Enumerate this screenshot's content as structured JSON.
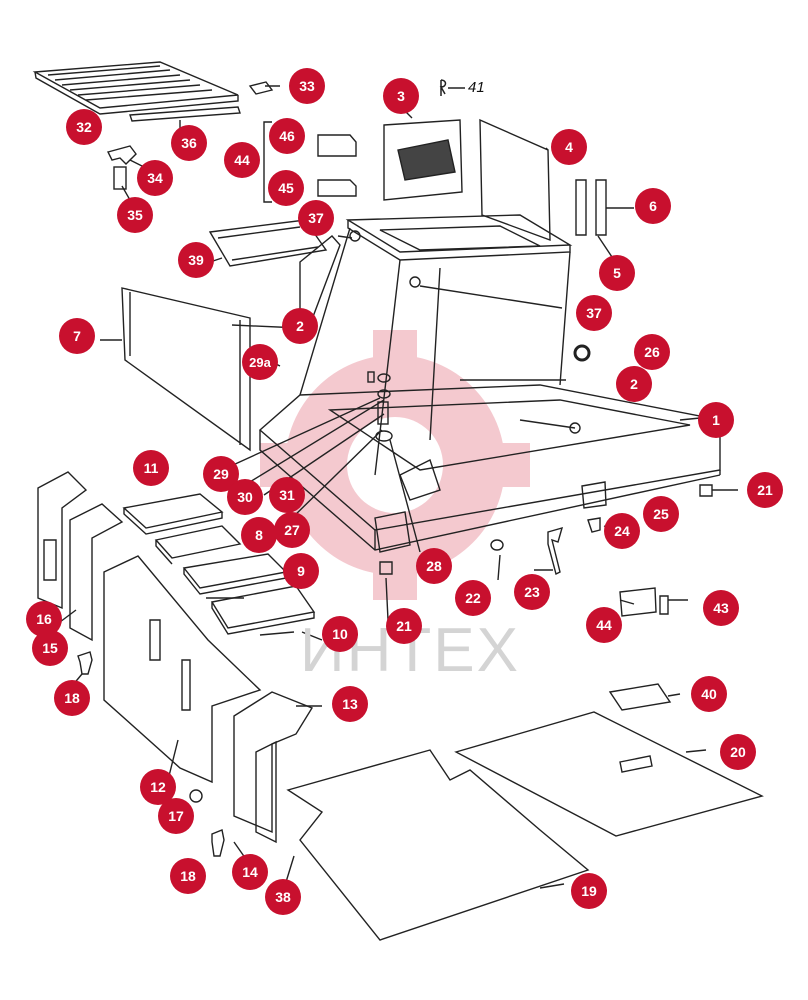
{
  "diagram": {
    "badge_color": "#c8102e",
    "watermark_logo_color": "#f4c9cf",
    "watermark_text": "ИНТЕХ",
    "plain_label": "41",
    "callouts": [
      "1",
      "2",
      "2",
      "3",
      "4",
      "5",
      "6",
      "7",
      "8",
      "9",
      "10",
      "11",
      "12",
      "13",
      "14",
      "15",
      "16",
      "17",
      "18",
      "18",
      "19",
      "20",
      "21",
      "21",
      "22",
      "23",
      "24",
      "25",
      "26",
      "27",
      "28",
      "29",
      "29a",
      "30",
      "31",
      "32",
      "33",
      "34",
      "35",
      "36",
      "37",
      "37",
      "38",
      "39",
      "40",
      "43",
      "44",
      "44",
      "45",
      "46"
    ]
  }
}
